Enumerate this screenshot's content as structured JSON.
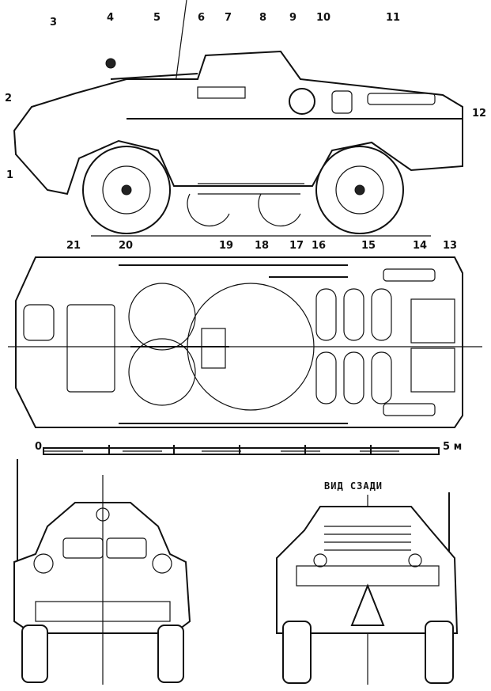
{
  "callouts": [
    "1",
    "2",
    "3",
    "4",
    "5",
    "6",
    "7",
    "8",
    "9",
    "10",
    "11",
    "12",
    "13",
    "14",
    "15",
    "16",
    "17",
    "18",
    "19",
    "20",
    "21"
  ],
  "scale": {
    "start": "0",
    "end": "5 м"
  },
  "rear_view_caption": "ВИД СЗАДИ"
}
